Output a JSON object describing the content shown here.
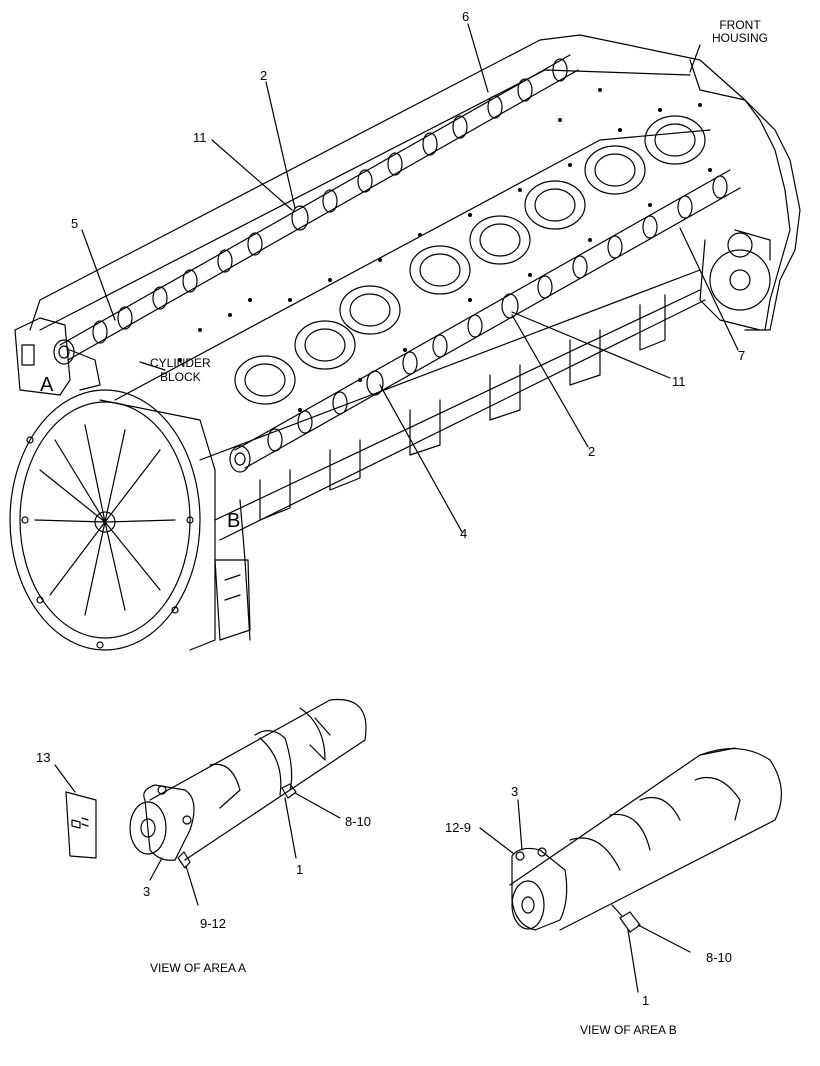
{
  "labels": {
    "front_housing": "FRONT\nHOUSING",
    "cylinder_block": "CYLINDER\nBLOCK",
    "area_a": "A",
    "area_b": "B",
    "callout_6": "6",
    "callout_2_top": "2",
    "callout_11_top": "11",
    "callout_5": "5",
    "callout_7": "7",
    "callout_11_right": "11",
    "callout_2_right": "2",
    "callout_4": "4",
    "callout_13": "13",
    "callout_8_10_a": "8-10",
    "callout_1_a": "1",
    "callout_3_a": "3",
    "callout_9_12": "9-12",
    "view_area_a": "VIEW OF AREA  A",
    "callout_3_b": "3",
    "callout_12_9": "12-9",
    "callout_8_10_b": "8-10",
    "callout_1_b": "1",
    "view_area_b": "VIEW OF AREA  B"
  },
  "colors": {
    "line": "#000000",
    "background": "#ffffff"
  }
}
